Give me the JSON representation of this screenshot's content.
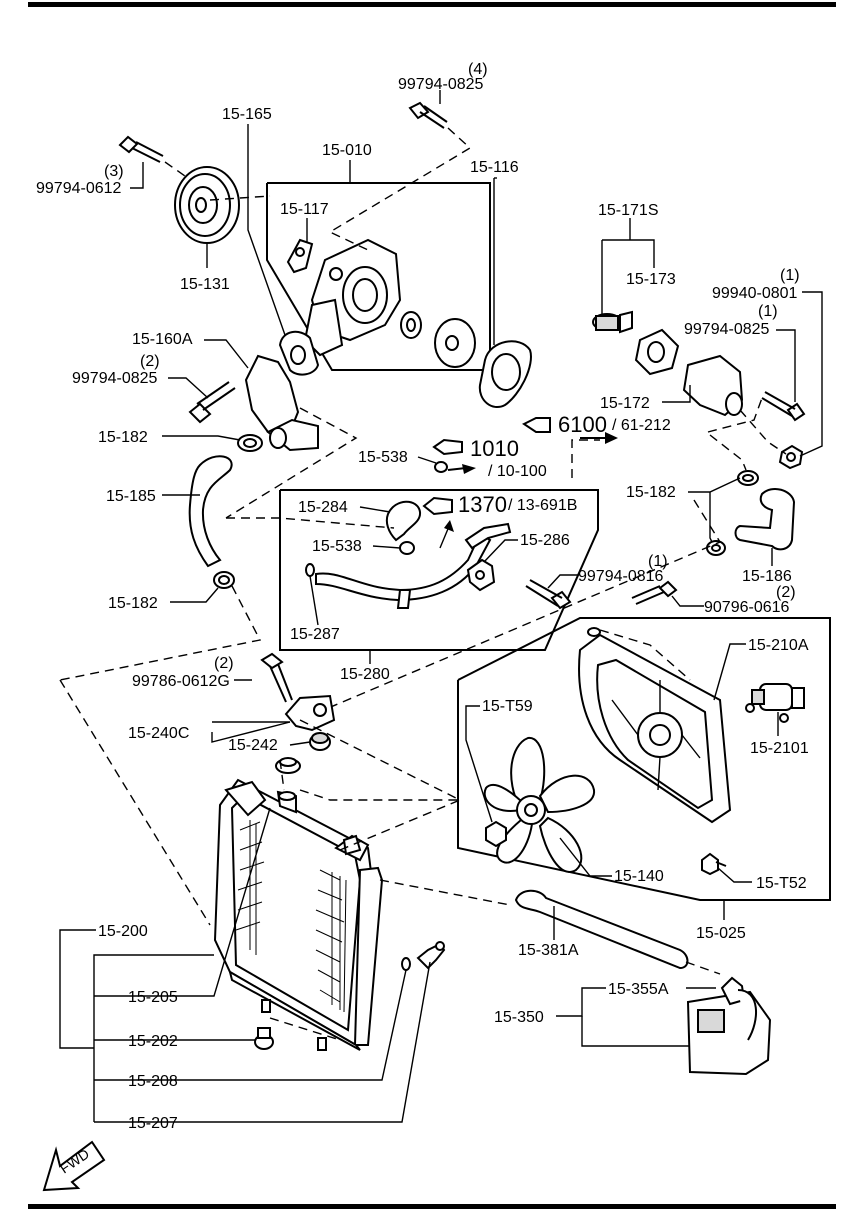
{
  "labels": {
    "l_99794_0825_4_qty": "(4)",
    "l_99794_0825_4": "99794-0825",
    "l_15_165": "15-165",
    "l_15_010": "15-010",
    "l_15_116": "15-116",
    "l_15_117": "15-117",
    "l_99794_0612_qty": "(3)",
    "l_99794_0612": "99794-0612",
    "l_15_131": "15-131",
    "l_15_171s": "15-171S",
    "l_15_173": "15-173",
    "l_99940_0801_qty": "(1)",
    "l_99940_0801": "99940-0801",
    "l_99794_0825_1_qty": "(1)",
    "l_99794_0825_1": "99794-0825",
    "l_15_160a": "15-160A",
    "l_99794_0825_2_qty": "(2)",
    "l_99794_0825_2": "99794-0825",
    "l_15_172": "15-172",
    "ref_6100": "6100",
    "ref_61_212": "/ 61-212",
    "l_15_182_a": "15-182",
    "l_15_538_a": "15-538",
    "ref_1010": "1010",
    "ref_10_100": "/ 10-100",
    "l_15_185": "15-185",
    "l_15_284": "15-284",
    "ref_1370": "1370",
    "ref_13_691b": "/ 13-691B",
    "l_15_182_b": "15-182",
    "l_15_538_b": "15-538",
    "l_15_286": "15-286",
    "l_15_186": "15-186",
    "l_99794_0816_qty": "(1)",
    "l_99794_0816": "99794-0816",
    "l_90796_0616_qty": "(2)",
    "l_90796_0616": "90796-0616",
    "l_15_182_c": "15-182",
    "l_15_287": "15-287",
    "l_15_210a": "15-210A",
    "l_15_280": "15-280",
    "l_99786_0612g_qty": "(2)",
    "l_99786_0612g": "99786-0612G",
    "l_15_t59": "15-T59",
    "l_15_240c": "15-240C",
    "l_15_242": "15-242",
    "l_15_2101": "15-2101",
    "l_15_140": "15-140",
    "l_15_t52": "15-T52",
    "l_15_200": "15-200",
    "l_15_025": "15-025",
    "l_15_381a": "15-381A",
    "l_15_205": "15-205",
    "l_15_355a": "15-355A",
    "l_15_350": "15-350",
    "l_15_202": "15-202",
    "l_15_208": "15-208",
    "l_15_207": "15-207",
    "fwd": "FWD"
  }
}
